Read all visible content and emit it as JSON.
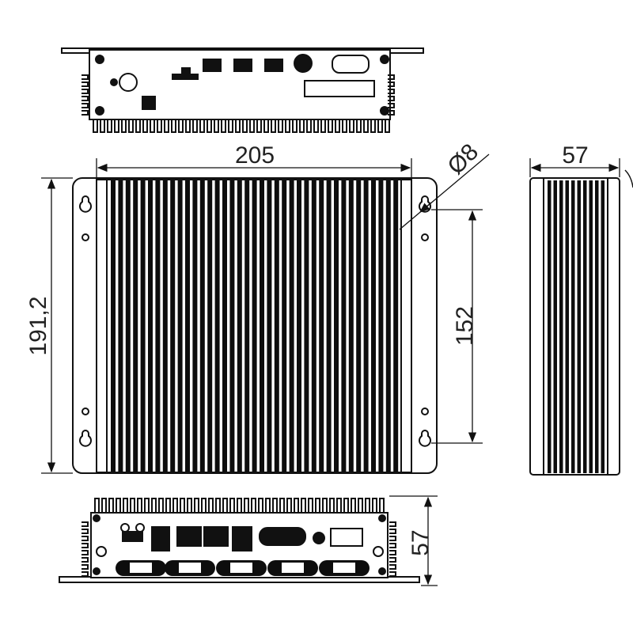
{
  "title": "Fanless industrial PC dimension drawing",
  "dimensions": {
    "width": "205",
    "height": "191,2",
    "hole_spacing": "152",
    "hole_diameter": "Ø8",
    "depth_side": "57",
    "depth_front": "57"
  },
  "colors": {
    "line": "#111111",
    "fin": "#0d0d0d",
    "background": "#ffffff"
  }
}
